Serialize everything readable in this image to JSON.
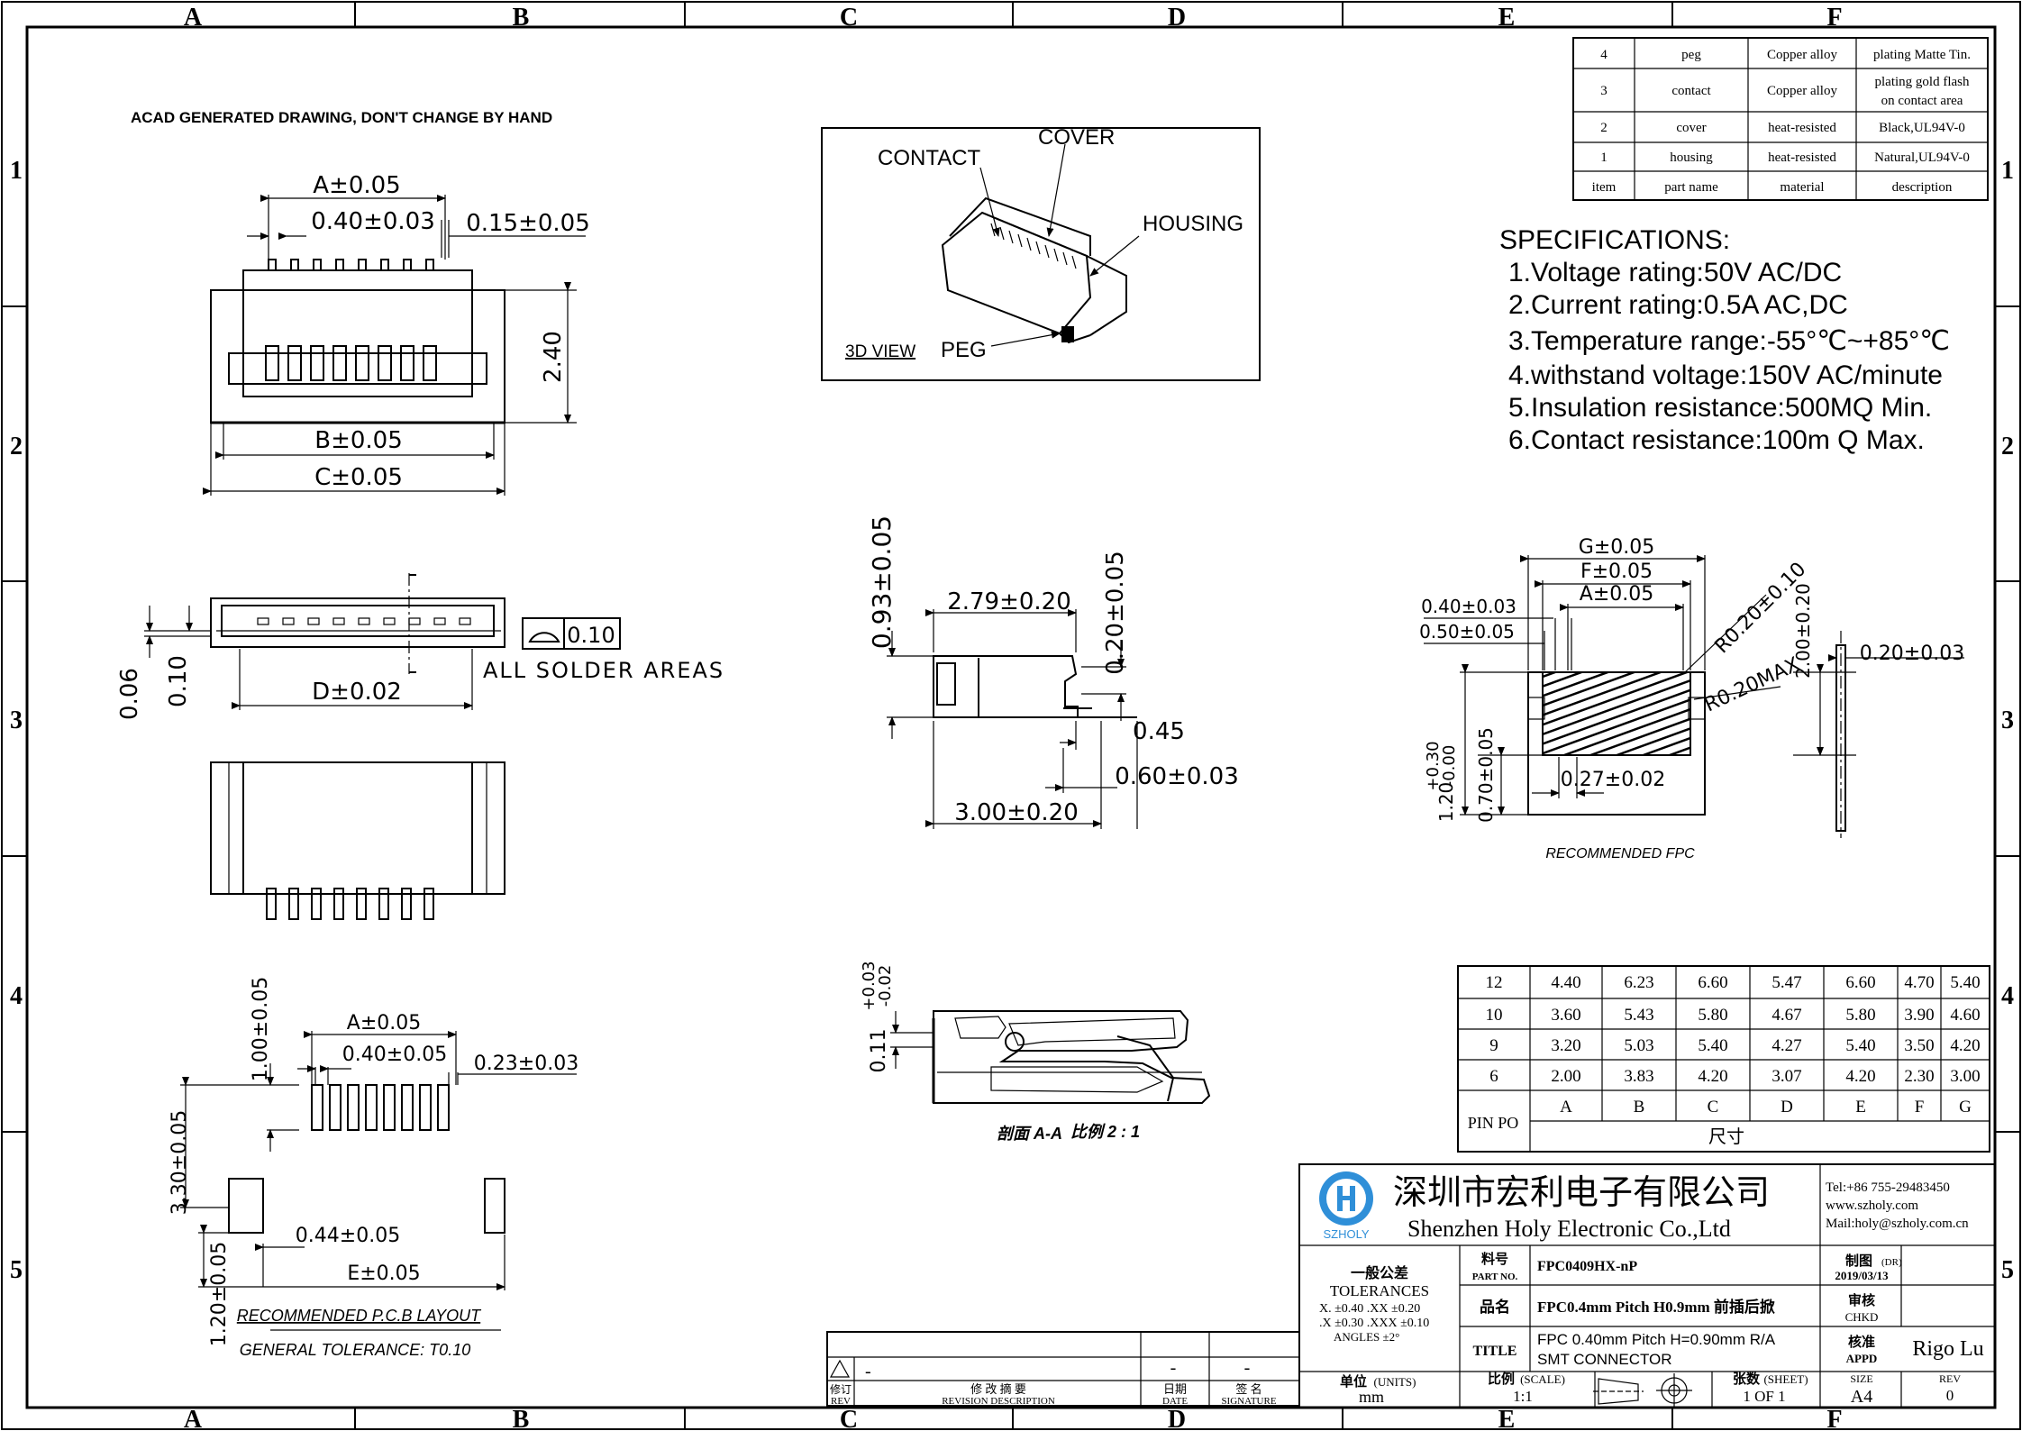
{
  "border": {
    "col_letters": [
      "A",
      "B",
      "C",
      "D",
      "E",
      "F"
    ],
    "row_numbers": [
      "1",
      "2",
      "3",
      "4",
      "5"
    ]
  },
  "header_note": "ACAD GENERATED DRAWING, DON'T CHANGE BY HAND",
  "top_view": {
    "dim_a": "A±0.05",
    "dim_pitch": "0.40±0.03",
    "dim_width": "0.15±0.05",
    "dim_height": "2.40",
    "dim_b": "B±0.05",
    "dim_c": "C±0.05"
  },
  "side_view": {
    "dim_006": "0.06",
    "dim_010": "0.10",
    "dim_d": "D±0.02",
    "flatness": "0.10",
    "solder_note": "ALL SOLDER AREAS"
  },
  "view3d": {
    "contact": "CONTACT",
    "cover": "COVER",
    "housing": "HOUSING",
    "peg": "PEG",
    "title": "3D VIEW"
  },
  "bom": {
    "rows": [
      {
        "item": "4",
        "name": "peg",
        "material": "Copper alloy",
        "desc": "plating Matte Tin."
      },
      {
        "item": "3",
        "name": "contact",
        "material": "Copper alloy",
        "desc": "plating gold flash",
        "desc2": "on contact area"
      },
      {
        "item": "2",
        "name": "cover",
        "material": "heat-resisted",
        "desc": "Black,UL94V-0"
      },
      {
        "item": "1",
        "name": "housing",
        "material": "heat-resisted",
        "desc": "Natural,UL94V-0"
      }
    ],
    "header": {
      "item": "item",
      "name": "part  name",
      "material": "material",
      "desc": "description"
    }
  },
  "specs": {
    "title": "SPECIFICATIONS:",
    "lines": [
      "1.Voltage rating:50V AC/DC",
      "2.Current rating:0.5A AC,DC",
      "3.Temperature range:-55°℃~+85°℃",
      "4.withstand voltage:150V AC/minute",
      "5.Insulation resistance:500MQ Min.",
      "6.Contact resistance:100m Q Max."
    ]
  },
  "profile": {
    "dim_h": "0.93±0.05",
    "dim_279": "2.79±0.20",
    "dim_020": "0.20±0.05",
    "dim_045": "0.45",
    "dim_060": "0.60±0.03",
    "dim_300": "3.00±0.20"
  },
  "fpc": {
    "g": "G±0.05",
    "f": "F±0.05",
    "a": "A±0.05",
    "d040": "0.40±0.03",
    "d050": "0.50±0.05",
    "r010": "R0.20±0.10",
    "r020": "R0.20MAX",
    "d200": "2.00±0.20",
    "d0203": "0.20±0.03",
    "d027": "0.27±0.02",
    "d120": "1.20",
    "tol_up": "+0.30",
    "tol_dn": "-0.00",
    "d070": "0.70±0.05",
    "caption": "RECOMMENDED FPC"
  },
  "section": {
    "tol": "0.11",
    "tol_up": "+0.03",
    "tol_dn": "-0.02",
    "caption": "剖面 A-A",
    "scale": "比例 2 : 1"
  },
  "pcb": {
    "d100": "1.00±0.05",
    "a": "A±0.05",
    "pitch": "0.40±0.05",
    "w": "0.23±0.03",
    "d330": "3.30±0.05",
    "d044": "0.44±0.05",
    "e": "E±0.05",
    "d120": "1.20±0.05",
    "caption": "RECOMMENDED P.C.B LAYOUT",
    "tolerance": "GENERAL TOLERANCE: T0.10"
  },
  "dim_table": {
    "rows": [
      [
        "12",
        "4.40",
        "6.23",
        "6.60",
        "5.47",
        "6.60",
        "4.70",
        "5.40"
      ],
      [
        "10",
        "3.60",
        "5.43",
        "5.80",
        "4.67",
        "5.80",
        "3.90",
        "4.60"
      ],
      [
        "9",
        "3.20",
        "5.03",
        "5.40",
        "4.27",
        "5.40",
        "3.50",
        "4.20"
      ],
      [
        "6",
        "2.00",
        "3.83",
        "4.20",
        "3.07",
        "4.20",
        "2.30",
        "3.00"
      ]
    ],
    "pin_label": "PIN PO",
    "cols": [
      "A",
      "B",
      "C",
      "D",
      "E",
      "F",
      "G"
    ],
    "size_label": "尺寸"
  },
  "title_block": {
    "company_cn": "深圳市宏利电子有限公司",
    "company_en": "Shenzhen Holy Electronic Co.,Ltd",
    "logo_text": "SZHOLY",
    "tel": "Tel:+86 755-29483450",
    "web": "www.szholy.com",
    "mail": "Mail:holy@szholy.com.cn",
    "tol_cn": "一般公差",
    "tol_en": "TOLERANCES",
    "tol_line1": "X.  ±0.40    .XX  ±0.20",
    "tol_line2": ".X  ±0.30   .XXX  ±0.10",
    "tol_line3": "ANGLES    ±2°",
    "part_no_cn": "料号",
    "part_no_en": "PART NO.",
    "part_no": "FPC0409HX-nP",
    "drawn_cn": "制图",
    "drawn_en": "(DR)",
    "date": "2019/03/13",
    "product_cn": "品名",
    "product": "FPC0.4mm Pitch H0.9mm 前插后掀",
    "check_cn": "审核",
    "check_en": "CHKD",
    "title_label": "TITLE",
    "title1": "FPC 0.40mm Pitch H=0.90mm R/A",
    "title2": "SMT CONNECTOR",
    "appd_cn": "核准",
    "appd_en": "APPD",
    "approver": "Rigo Lu",
    "units_label": "单位",
    "units_en": "(UNITS)",
    "units": "mm",
    "scale_label": "比例",
    "scale_en": "(SCALE)",
    "scale": "1:1",
    "sheet_label": "张数",
    "sheet_en": "(SHEET)",
    "sheet": "1  OF  1",
    "size_label": "SIZE",
    "size": "A4",
    "rev_label": "REV",
    "rev": "0"
  },
  "revision": {
    "rev_cn": "修订",
    "rev_en": "REV",
    "desc_cn": "修  改  摘  要",
    "desc_en": "REVISION  DESCRIPTION",
    "date_cn": "日期",
    "date_en": "DATE",
    "sig_cn": "签  名",
    "sig_en": "SIGNATURE",
    "dash": "-"
  }
}
